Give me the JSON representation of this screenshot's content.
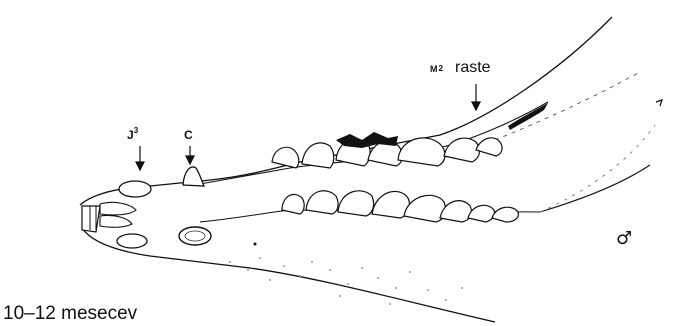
{
  "labels": {
    "incisor": "J",
    "incisor_sup": "3",
    "canine": "C",
    "molar_letter": "M",
    "molar_number": "2",
    "raste": "raste",
    "sex_symbol": "♂"
  },
  "caption": "10–12 mesecev",
  "colors": {
    "ink": "#111111",
    "paper": "#ffffff",
    "stipple": "#9a9a9a"
  }
}
